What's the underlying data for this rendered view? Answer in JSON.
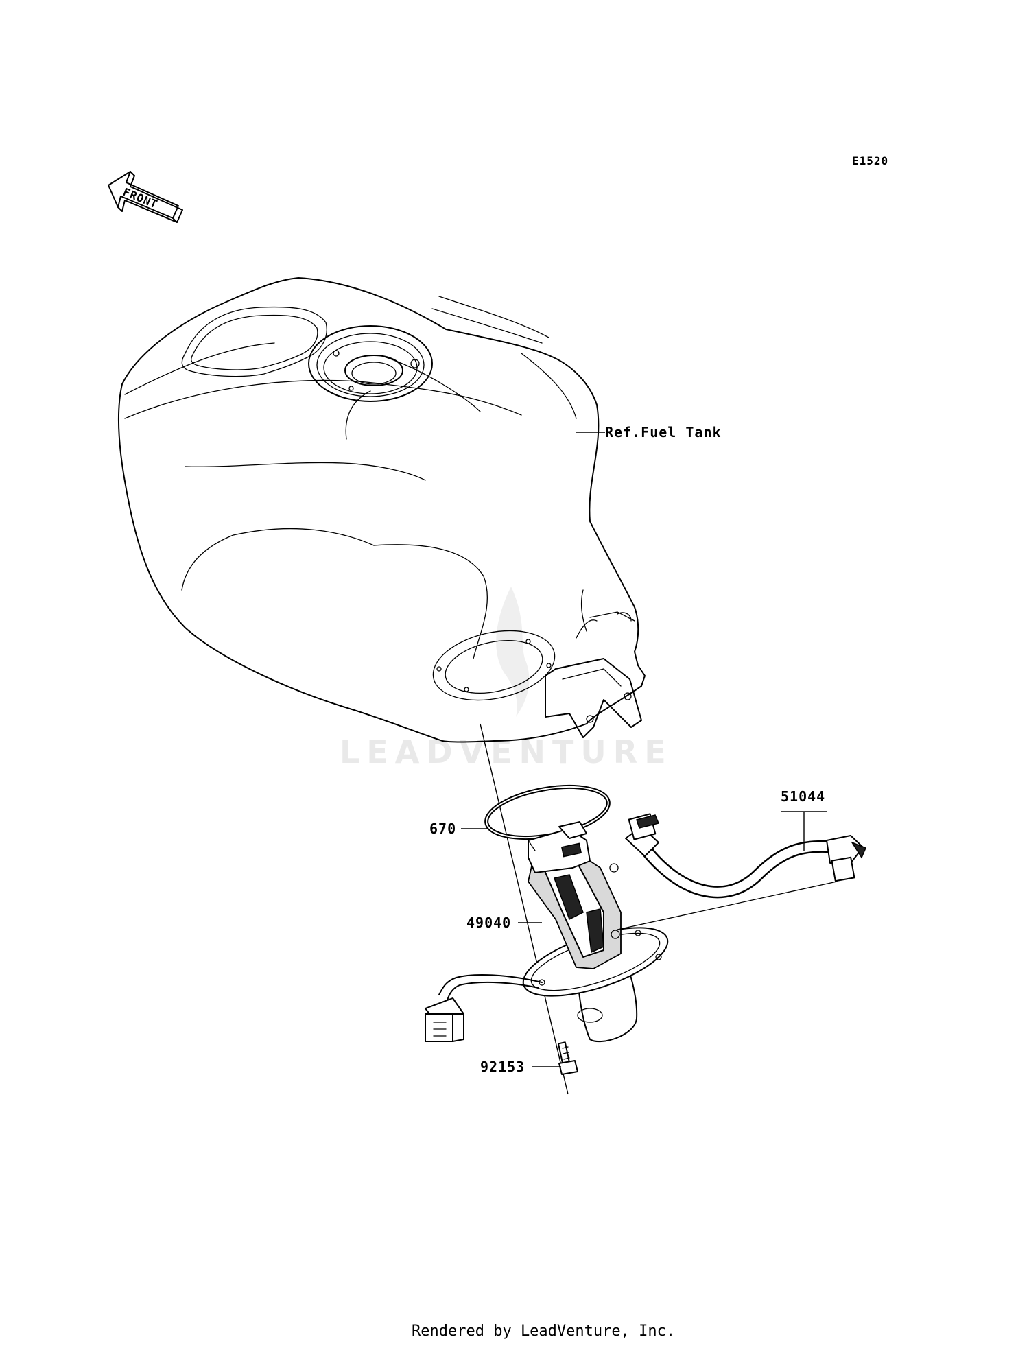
{
  "diagram_code": "E1520",
  "front_arrow_label": "FRONT",
  "labels": {
    "fuel_tank": "Ref.Fuel Tank",
    "o_ring": "670",
    "fuel_pump": "49040",
    "bolt": "92153",
    "hose": "51044"
  },
  "watermark": "LEADVENTURE",
  "footer": "Rendered by LeadVenture, Inc."
}
